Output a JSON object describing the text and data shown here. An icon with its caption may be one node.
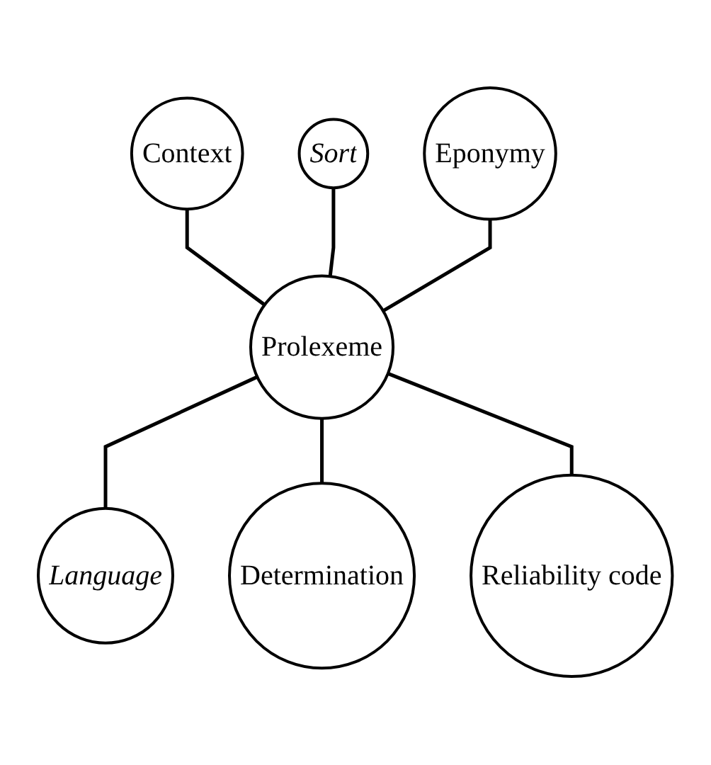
{
  "diagram": {
    "nodes": [
      {
        "text": [
          "Context"
        ]
      },
      {
        "text": [
          "Sort"
        ]
      },
      {
        "text": [
          "Eponymy"
        ]
      },
      {
        "text": [
          "Prolexeme"
        ]
      },
      {
        "text": [
          "Language"
        ]
      },
      {
        "text": [
          "Reliability code"
        ]
      },
      {
        "text": [
          "Determination"
        ]
      }
    ],
    "edges": [
      {
        "from": 0,
        "to": 3,
        "arrow": "none"
      },
      {
        "from": 1,
        "to": 3,
        "arrow": "none"
      },
      {
        "from": 2,
        "to": 3,
        "arrow": "none"
      },
      {
        "from": 3,
        "to": 4,
        "arrow": "none"
      },
      {
        "from": 3,
        "to": 6,
        "arrow": "none"
      },
      {
        "from": 3,
        "to": 5,
        "arrow": "none"
      }
    ]
  }
}
